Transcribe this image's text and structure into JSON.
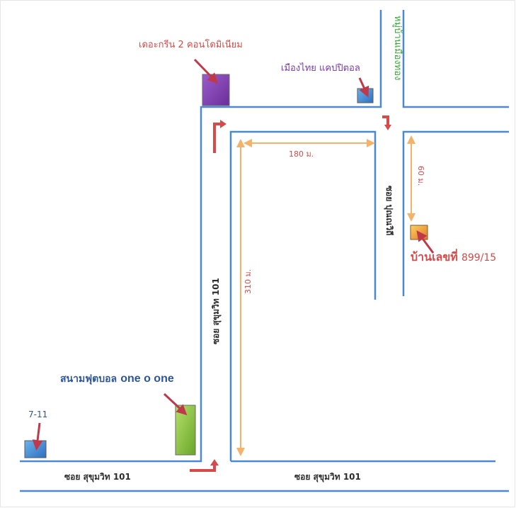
{
  "landmarks": {
    "condo": "เดอะกรีน 2 คอนโดมิเนียม",
    "shop": "เมืองไทย แคปปิตอล",
    "village": "หมู่บ้านเมืองทอง",
    "football_prefix": "สนามฟุตบอล",
    "football_name": "one o one",
    "seven": "7-11",
    "house_prefix": "บ้านเลขที่",
    "house_number": "899/15"
  },
  "roads": {
    "sukhumvit_v": "ซอย สุขุมวิท 101",
    "sukhumvit_bottom_left": "ซอย สุขุมวิท 101",
    "sukhumvit_bottom_right": "ซอย สุขุมวิท 101",
    "punnawithi": "ซอย ปุณณวิถี"
  },
  "distances": {
    "d180": "180 ม.",
    "d310": "310 ม.",
    "d60": "60 ม."
  },
  "colors": {
    "road": "#4a8ad4",
    "arrow": "#d64a4a",
    "dimension": "#f5b26b",
    "condo_box": "#7a3aa8",
    "shop_box": "#3a8fd4",
    "football_box": "#8cc63f",
    "seven_box": "#3a7fd4",
    "house_box": "#f0a030"
  }
}
